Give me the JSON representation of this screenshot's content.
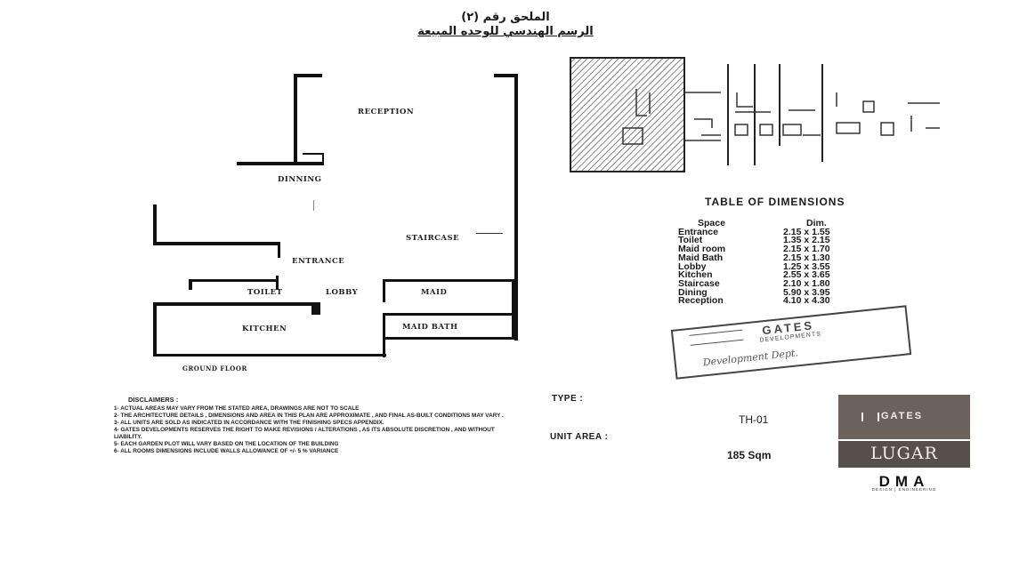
{
  "header": {
    "title_line1": "الملحق رقم (٢)",
    "title_line2": "الرسم الهندسي للوحده المبيعة"
  },
  "floor_plan": {
    "rooms": {
      "reception": "RECEPTION",
      "dinning": "DINNING",
      "staircase": "STAIRCASE",
      "entrance": "ENTRANCE",
      "toilet": "TOILET",
      "lobby": "LOBBY",
      "maid": "MAID",
      "kitchen": "KITCHEN",
      "maid_bath": "MAID BATH",
      "ground_floor": "GROUND FLOOR"
    }
  },
  "dimensions": {
    "title": "TABLE OF DIMENSIONS",
    "headers": {
      "space": "Space",
      "dim": "Dim."
    },
    "rows": [
      {
        "space": "Entrance",
        "dim": "2.15 x 1.55"
      },
      {
        "space": "Toilet",
        "dim": "1.35 x 2.15"
      },
      {
        "space": "Maid room",
        "dim": "2.15 x 1.70"
      },
      {
        "space": "Maid Bath",
        "dim": "2.15 x 1.30"
      },
      {
        "space": "Lobby",
        "dim": "1.25 x 3.55"
      },
      {
        "space": "Kitchen",
        "dim": "2.55 x 3.65"
      },
      {
        "space": "Staircase",
        "dim": "2.10 x 1.80"
      },
      {
        "space": "Dining",
        "dim": "5.90 x 3.95"
      },
      {
        "space": "Reception",
        "dim": "4.10 x 4.30"
      }
    ]
  },
  "stamp": {
    "brand": "GATES",
    "sub": "DEVELOPMENTS",
    "signature": "Development Dept."
  },
  "disclaimers": {
    "title": "DISCLAIMERS :",
    "items": [
      "1- ACTUAL AREAS MAY VARY FROM THE STATED AREA, DRAWINGS ARE NOT TO SCALE",
      "2- THE ARCHITECTURE DETAILS , DIMENSIONS AND AREA IN THIS PLAN ARE APPROXIMATE , AND FINAL AS-BUILT CONDITIONS MAY VARY .",
      "3- ALL UNITS ARE SOLD AS INDICATED IN ACCORDANCE WITH THE FINISHING SPECS APPENDIX.",
      "4- GATES DEVELOPMENTS RESERVES THE RIGHT TO MAKE REVISIONS / ALTERATIONS , AS ITS ABSOLUTE DISCRETION , AND WITHOUT LIABILITY.",
      "5- EACH GARDEN PLOT WILL VARY BASED ON THE LOCATION OF THE BUILDING",
      "6- ALL ROOMS DIMENSIONS INCLUDE WALLS ALLOWANCE OF +/- 5 % VARIANCE"
    ]
  },
  "unit_info": {
    "type_label": "TYPE :",
    "type_value": "TH-01",
    "area_label": "UNIT AREA :",
    "area_value": "185 Sqm"
  },
  "logos": {
    "gates": "GATES",
    "lugar": "LUGAR",
    "dma": "DMA",
    "dma_sub": "DESIGN | ENGINEERING"
  },
  "colors": {
    "ink": "#111111",
    "logo_gates_bg": "#6b625c",
    "logo_lugar_bg": "#574f4a"
  }
}
